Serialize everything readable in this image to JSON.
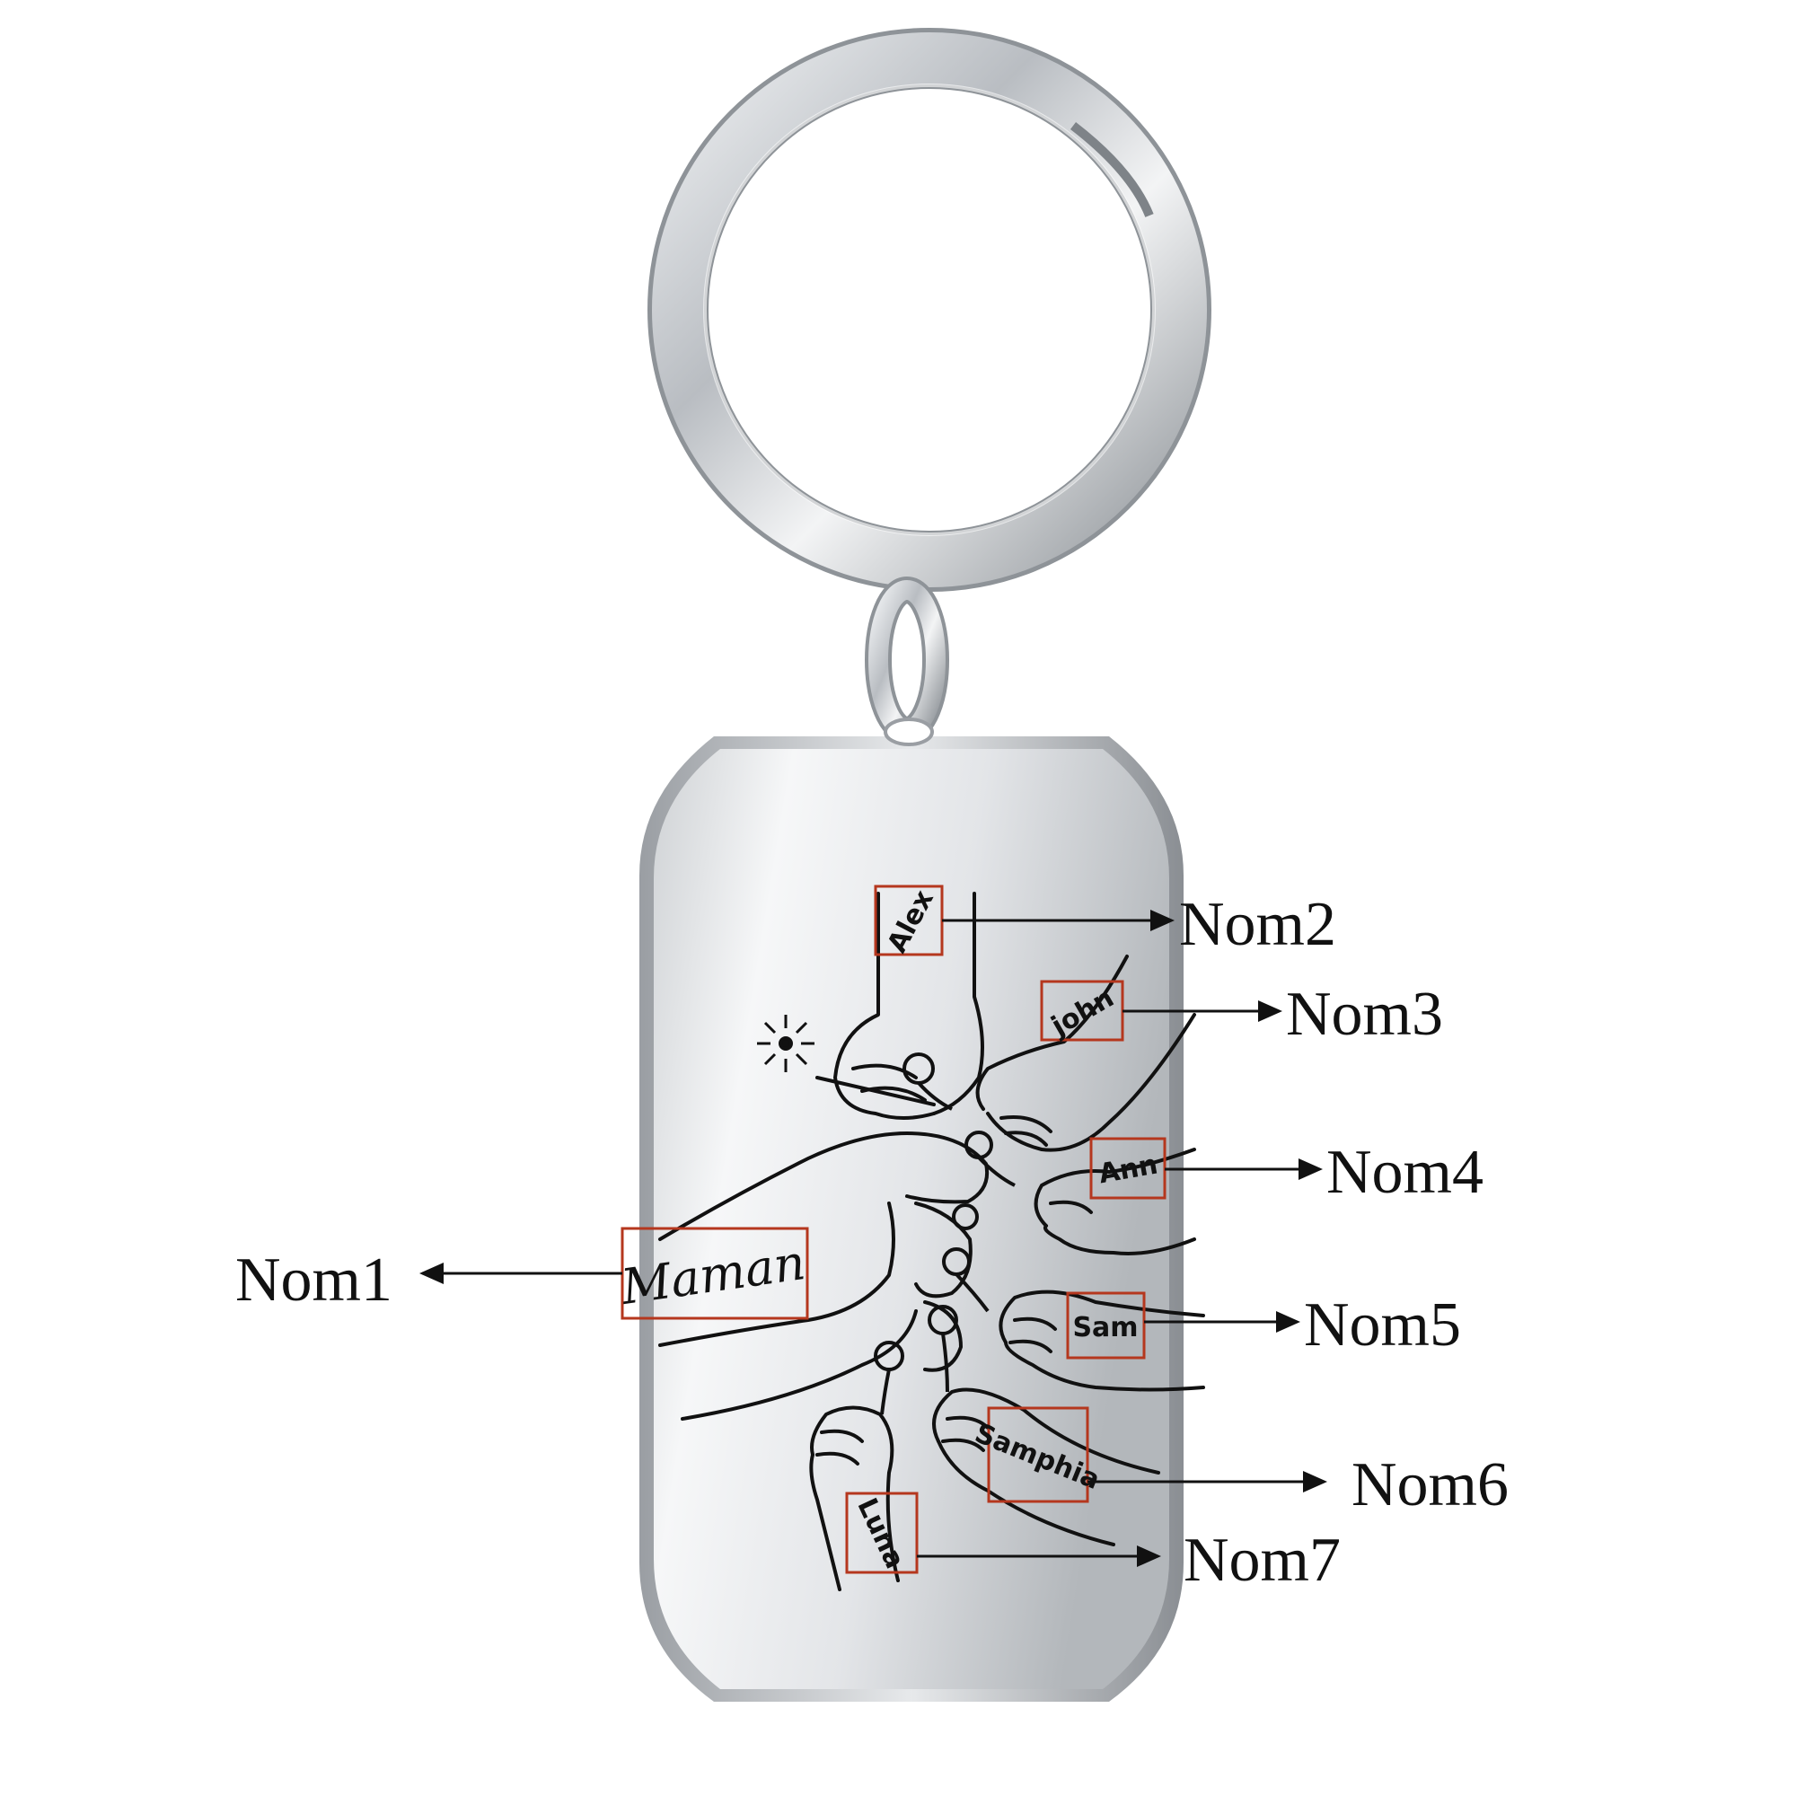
{
  "product": {
    "name_tags": [
      {
        "id": "nom1",
        "engraved": "Maman",
        "callout": "Nom1"
      },
      {
        "id": "nom2",
        "engraved": "Alex",
        "callout": "Nom2"
      },
      {
        "id": "nom3",
        "engraved": "john",
        "callout": "Nom3"
      },
      {
        "id": "nom4",
        "engraved": "Ann",
        "callout": "Nom4"
      },
      {
        "id": "nom5",
        "engraved": "Sam",
        "callout": "Nom5"
      },
      {
        "id": "nom6",
        "engraved": "Samphia",
        "callout": "Nom6"
      },
      {
        "id": "nom7",
        "engraved": "Luna",
        "callout": "Nom7"
      }
    ]
  },
  "colors": {
    "steel_light": "#f4f5f6",
    "steel_mid": "#c9ccd0",
    "steel_dark": "#8d9196",
    "highlight_box": "#b5371e",
    "ink": "#111111"
  },
  "icons": [
    "keyring-icon",
    "dogtag-icon",
    "hand-illustration",
    "flower-icon",
    "dandelion-icon",
    "arrow-icon"
  ]
}
